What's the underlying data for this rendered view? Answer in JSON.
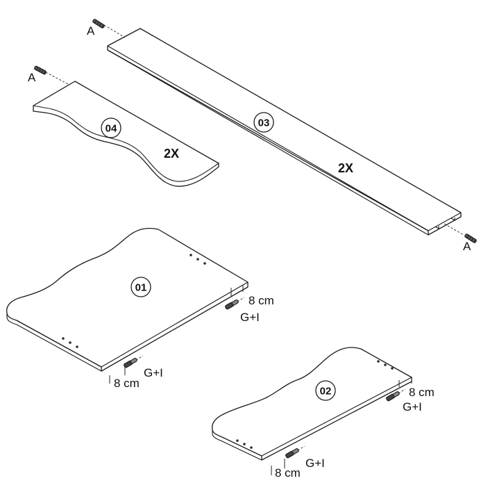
{
  "parts": {
    "p01": {
      "number": "01"
    },
    "p02": {
      "number": "02"
    },
    "p03": {
      "number": "03",
      "quantity": "2X"
    },
    "p04": {
      "number": "04",
      "quantity": "2X"
    }
  },
  "hardware": {
    "pin_label": "A",
    "connector_label": "G+I"
  },
  "dimensions": {
    "offset": "8 cm"
  },
  "colors": {
    "line": "#1a1a1a",
    "background": "#ffffff"
  }
}
